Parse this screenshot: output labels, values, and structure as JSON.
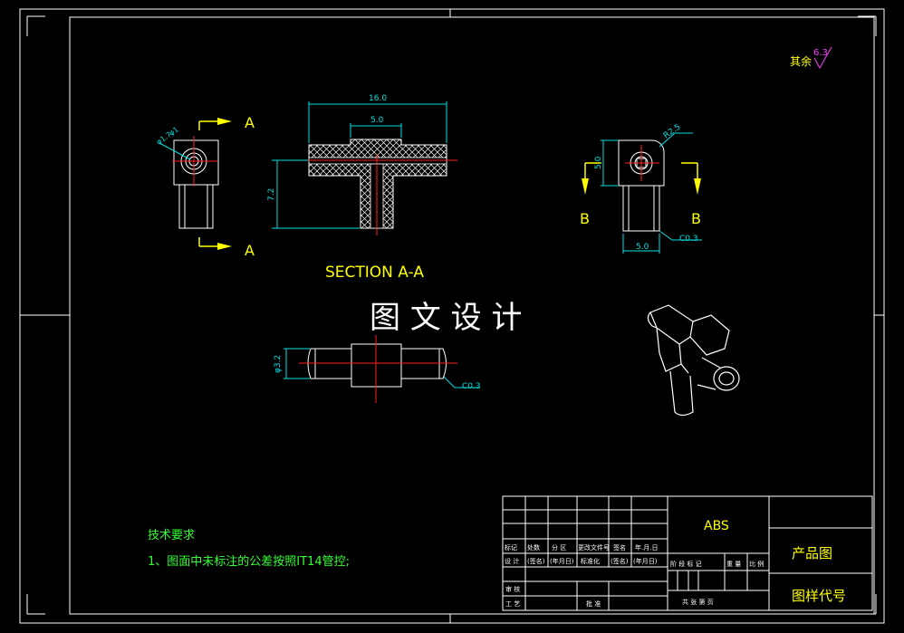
{
  "colors": {
    "frame": "#ffffff",
    "dim": "#00e0e0",
    "yellow": "#ffff00",
    "green": "#33ff33",
    "red": "#ff2020",
    "magenta": "#ff40ff",
    "part": "#ffffff"
  },
  "roughness": {
    "label": "其余",
    "value": "6.3"
  },
  "view_left": {
    "label_top": "A",
    "label_bottom": "A",
    "dia1": "φ1.7",
    "dia2": "φ1"
  },
  "section": {
    "dim_total": "16.0",
    "dim_center": "5.0",
    "dim_height": "7.2",
    "title": "SECTION A-A"
  },
  "view_right": {
    "radius": "R2.5",
    "height": "5.0",
    "width": "5.0",
    "chamfer": "C0.3",
    "label_left": "B",
    "label_right": "B"
  },
  "watermark": "图 文 设 计",
  "view_bottom": {
    "diameter": "φ3.2",
    "chamfer": "C0.3"
  },
  "notes": {
    "title": "技术要求",
    "line1": "1、图面中未标注的公差按照IT14管控;"
  },
  "title_block": {
    "material": "ABS",
    "drawing_name": "产品图",
    "drawing_code": "图样代号",
    "row_headers": [
      "标记",
      "处数",
      "分 区",
      "更改文件号",
      "签名",
      "年.月.日"
    ],
    "design_row": [
      "设 计",
      "(签名)",
      "(年月日)",
      "标准化",
      "(签名)",
      "(年月日)"
    ],
    "stage_headers": [
      "阶 段 标 记",
      "重 量",
      "比 例"
    ],
    "review": "审 核",
    "process": "工 艺",
    "approve": "批 准",
    "sheets": "共    张    第    页"
  }
}
